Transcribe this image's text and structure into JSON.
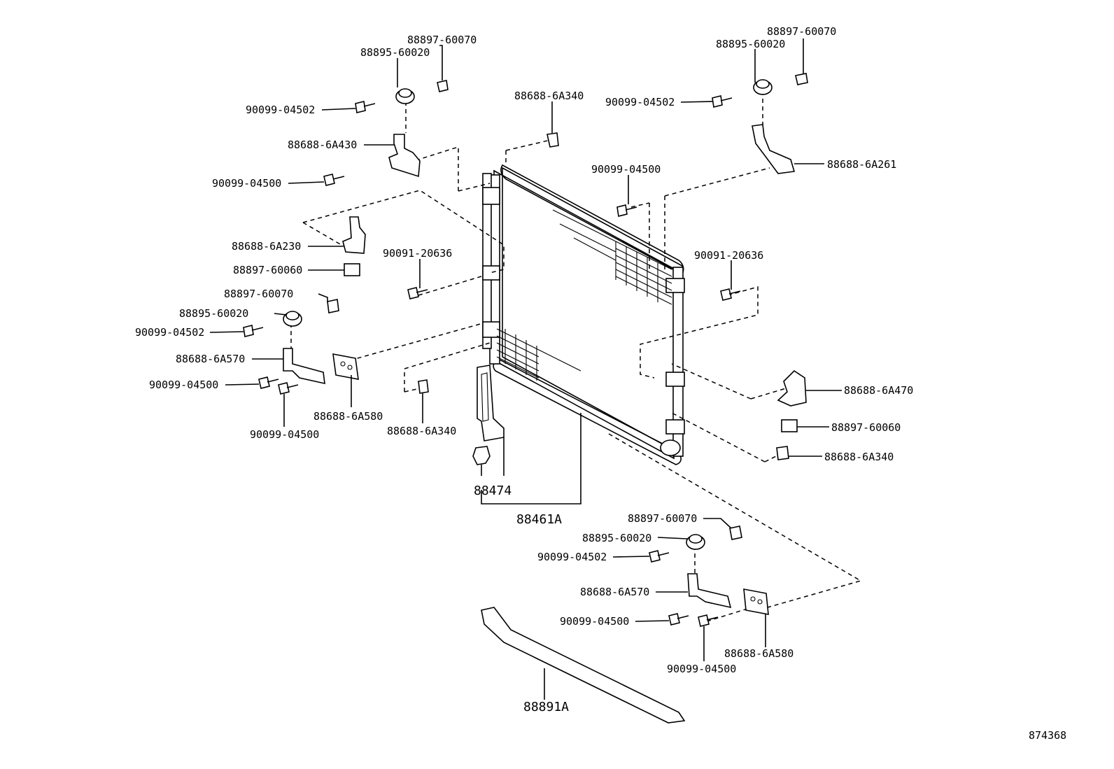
{
  "diagram_id": "874368",
  "parts": {
    "p_88897_tl": "88897-60070",
    "p_88895_tl": "88895-60020",
    "p_90099_04502_tl": "90099-04502",
    "p_88688_6A430": "88688-6A430",
    "p_90099_04500_tl": "90099-04500",
    "p_88688_6A340_top": "88688-6A340",
    "p_88897_tr": "88897-60070",
    "p_88895_tr": "88895-60020",
    "p_90099_04502_tr": "90099-04502",
    "p_88688_6A261": "88688-6A261",
    "p_90099_04500_mid": "90099-04500",
    "p_88688_6A230": "88688-6A230",
    "p_88897_60060_l": "88897-60060",
    "p_90091_l": "90091-20636",
    "p_90091_r": "90091-20636",
    "p_88897_ml": "88897-60070",
    "p_88895_ml": "88895-60020",
    "p_90099_04502_ml": "90099-04502",
    "p_88688_6A570_l": "88688-6A570",
    "p_90099_04500_ml": "90099-04500",
    "p_88688_6A580_l": "88688-6A580",
    "p_90099_04500_ml2": "90099-04500",
    "p_88688_6A340_l": "88688-6A340",
    "p_88688_6A470": "88688-6A470",
    "p_88897_60060_r": "88897-60060",
    "p_88688_6A340_r": "88688-6A340",
    "p_88474": "88474",
    "p_88461A": "88461A",
    "p_88897_b": "88897-60070",
    "p_88895_b": "88895-60020",
    "p_90099_04502_b": "90099-04502",
    "p_88688_6A570_b": "88688-6A570",
    "p_90099_04500_b": "90099-04500",
    "p_88688_6A580_b": "88688-6A580",
    "p_90099_04500_b2": "90099-04500",
    "p_88891A": "88891A"
  }
}
